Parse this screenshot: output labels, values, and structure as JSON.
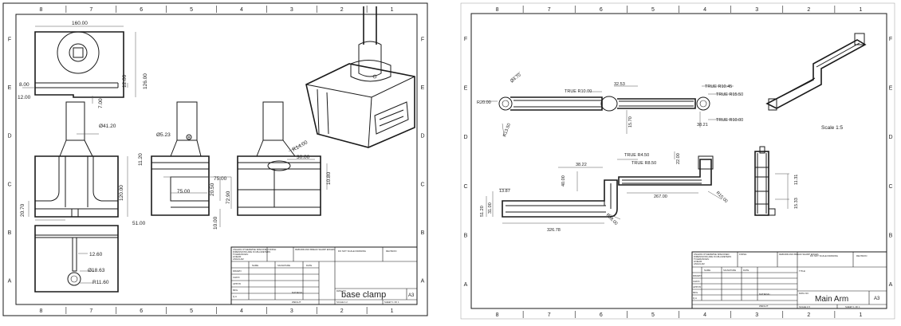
{
  "left_sheet": {
    "zone_cols": [
      "8",
      "7",
      "6",
      "5",
      "4",
      "3",
      "2",
      "1"
    ],
    "zone_rows": [
      "F",
      "E",
      "D",
      "C",
      "B",
      "A"
    ],
    "dims": {
      "top_width": "160.00",
      "top_height": "126.00",
      "top_inner_h": "12.00",
      "top_left": "8.00",
      "top_slot": "12.00",
      "top_gap": "7.00",
      "front_dia": "Ø41.20",
      "front_w": "120.00",
      "front_foot": "20.70",
      "front_base": "51.00",
      "side_hole": "Ø5.23",
      "side_a": "11.20",
      "side_b": "75.00",
      "side_c": "75.00",
      "side_d": "20.50",
      "side_e": "72.90",
      "side_f": "10.00",
      "back_r": "R14.00",
      "back_w": "30.00",
      "back_h": "10.80",
      "bottom_a": "12.60",
      "bottom_b": "Ø18.63",
      "bottom_r": "R11.60"
    },
    "title_block": {
      "notes": [
        "UNLESS OTHERWISE SPECIFIED:",
        "DIMENSIONS ARE IN MILLIMETERS",
        "TOLERANCES:",
        "LINEAR:",
        "ANGULAR:"
      ],
      "finish": "FINISH:",
      "deburr": "DEBURR AND BREAK SHARP EDGES",
      "dont_scale": "DO NOT SCALE DRAWING",
      "revision": "REVISION",
      "rows": [
        "DRAWN",
        "CHK'D",
        "APPV'D",
        "MFG",
        "Q.A"
      ],
      "cols": [
        "NAME",
        "SIGNATURE",
        "DATE"
      ],
      "material": "MATERIAL:",
      "weight": "WEIGHT:",
      "dwg_no": "DWG NO.",
      "title": "base clamp",
      "size": "A3",
      "scale": "SCALE:1:2",
      "sheet": "SHEET 1 OF 1"
    }
  },
  "right_sheet": {
    "zone_cols": [
      "8",
      "7",
      "6",
      "5",
      "4",
      "3",
      "2",
      "1"
    ],
    "zone_rows": [
      "F",
      "E",
      "D",
      "C",
      "B",
      "A"
    ],
    "scale_label": "Scale 1:5",
    "dims": {
      "a": "Ø4.70",
      "b": "R20.00",
      "c": "R13.50",
      "d": "TRUE R10.00",
      "e": "32.53",
      "f": "15.70",
      "g": "TRUE R10.45",
      "h": "TRUE R15.50",
      "i": "38.21",
      "j": "TRUE R10.00",
      "k": "TRUE R4.50",
      "l": "TRUE R8.50",
      "m": "38.22",
      "n": "22.00",
      "o": "40.00",
      "p": "267.00",
      "q": "R10.00",
      "r": "13.87",
      "s": "51.20",
      "t": "31.00",
      "u": "R38.00",
      "v": "326.78",
      "w": "11.31",
      "x": "15.33"
    },
    "title_block": {
      "notes": [
        "UNLESS OTHERWISE SPECIFIED:",
        "DIMENSIONS ARE IN MILLIMETERS",
        "TOLERANCES:",
        "LINEAR:",
        "ANGULAR:"
      ],
      "finish": "FINISH:",
      "deburr": "DEBURR AND BREAK SHARP EDGES",
      "dont_scale": "DO NOT SCALE DRAWING",
      "revision": "REVISION",
      "rows": [
        "DRAWN",
        "CHK'D",
        "APPV'D",
        "MFG",
        "Q.A"
      ],
      "cols": [
        "NAME",
        "SIGNATURE",
        "DATE"
      ],
      "title_lbl": "TITLE:",
      "material": "MATERIAL:",
      "weight": "WEIGHT:",
      "dwg_no": "DWG NO.",
      "title": "Main Arm",
      "size": "A3",
      "scale": "SCALE:1:5",
      "sheet": "SHEET 1 OF 1"
    }
  }
}
